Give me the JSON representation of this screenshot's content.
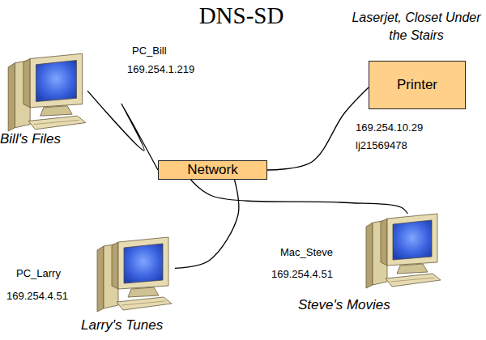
{
  "diagram": {
    "title": "DNS-SD",
    "nodes": [
      {
        "text": [
          "PC_Bill",
          "169.254.1.219",
          "Bill's Files"
        ]
      },
      {
        "text": [
          "Laserjet, Closet Under the Stairs",
          "Printer",
          "169.254.10.29",
          "lj21569478"
        ]
      },
      {
        "text": [
          "Network"
        ]
      },
      {
        "text": [
          "Mac_Steve",
          "169.254.4.51",
          "Steve's Movies"
        ]
      },
      {
        "text": [
          "PC_Larry",
          "169.254.4.51",
          "Larry's Tunes"
        ]
      }
    ],
    "edges": [
      {
        "from": 2,
        "to": 0,
        "arrow": "none"
      },
      {
        "from": 2,
        "to": 1,
        "arrow": "none"
      },
      {
        "from": 2,
        "to": 3,
        "arrow": "none"
      },
      {
        "from": 2,
        "to": 4,
        "arrow": "none"
      }
    ]
  }
}
